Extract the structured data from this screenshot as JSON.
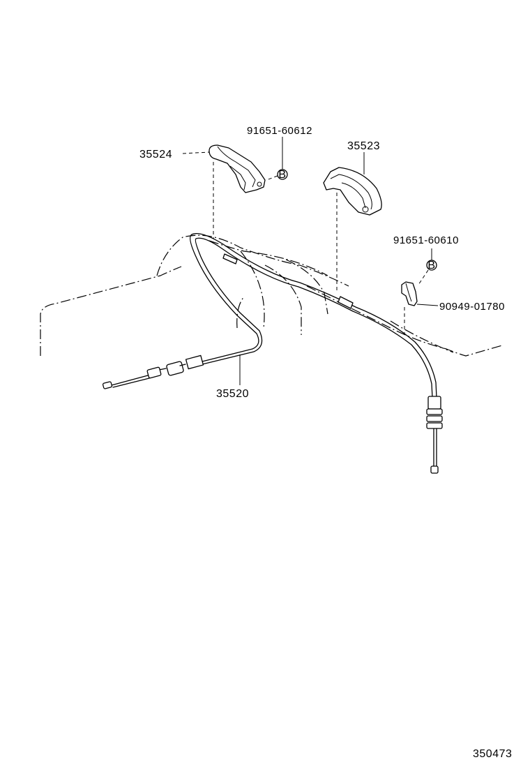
{
  "parts": {
    "bolt_upper": "91651-60612",
    "bracket_left": "35524",
    "bracket_right": "35523",
    "bolt_lower": "91651-60610",
    "clamp": "90949-01780",
    "cable": "35520"
  },
  "bolt_marker": "B",
  "figure_number": "350473"
}
